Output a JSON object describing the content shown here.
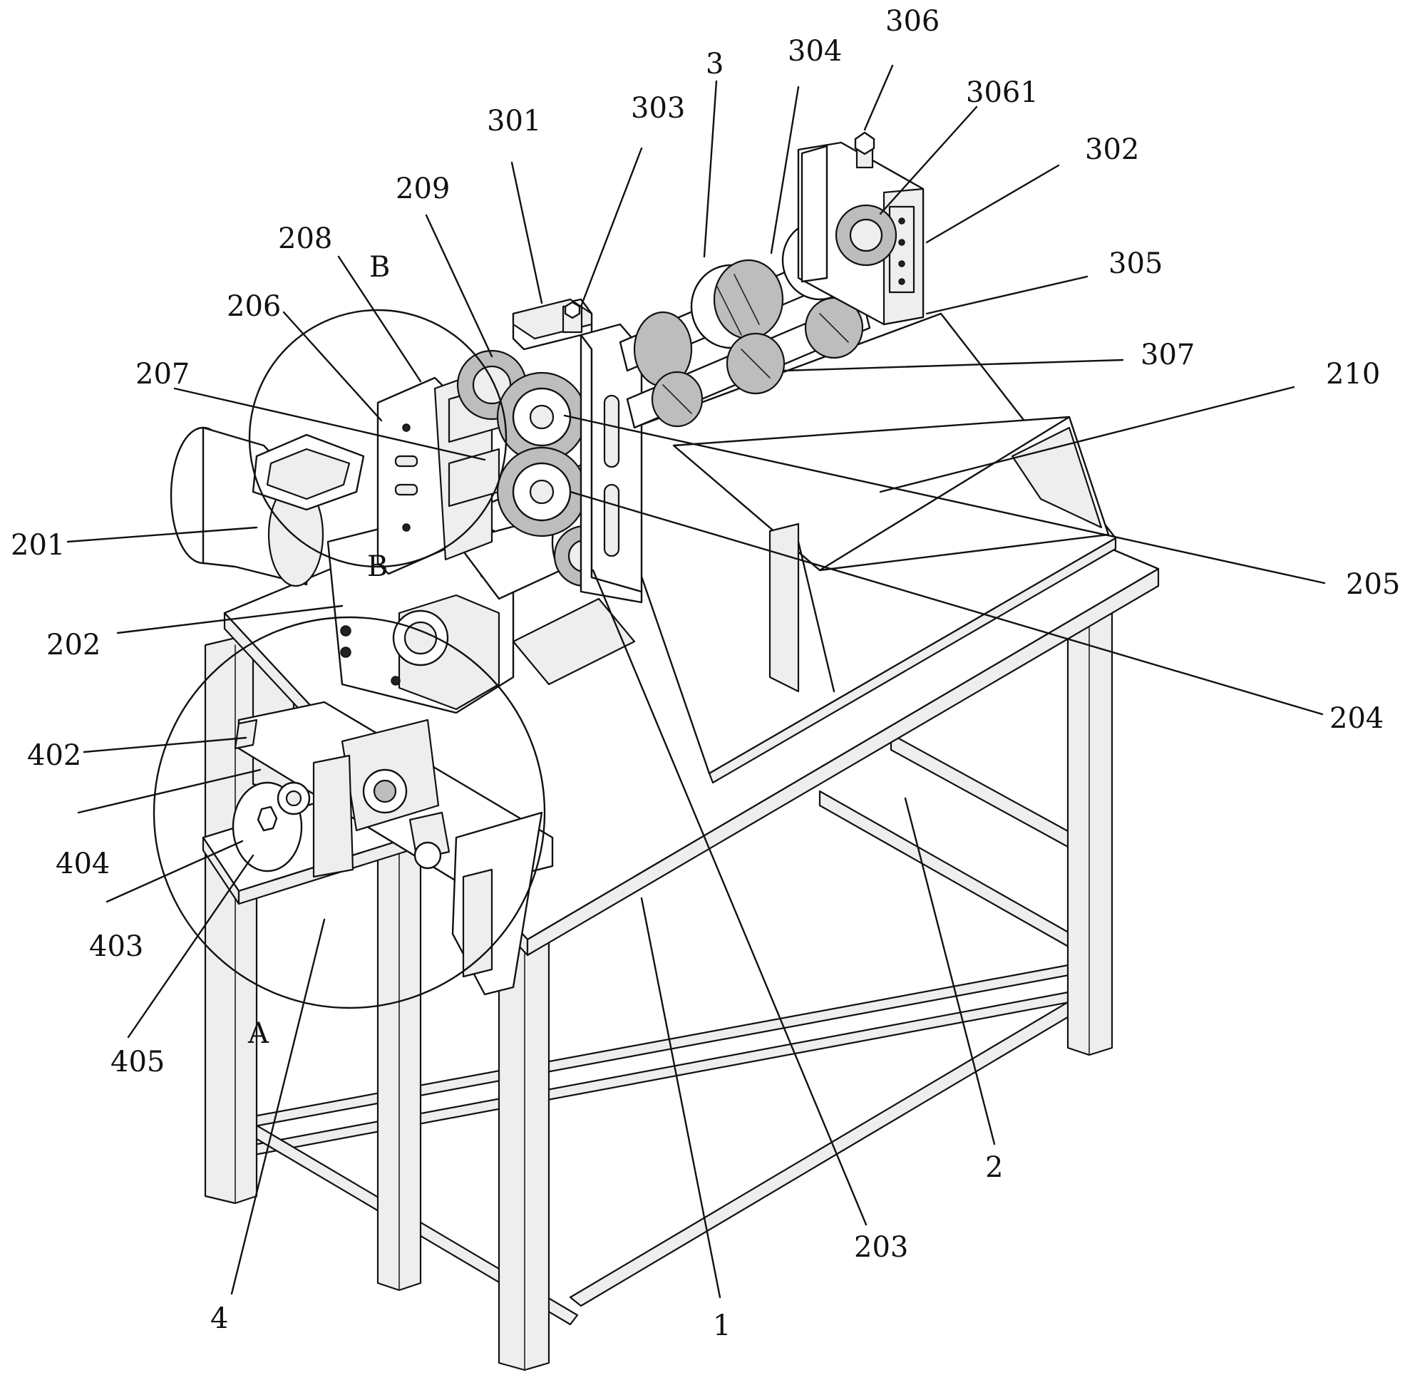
{
  "callouts": {
    "n1": "1",
    "n2": "2",
    "n3": "3",
    "n4": "4",
    "n201": "201",
    "n202": "202",
    "n203": "203",
    "n204": "204",
    "n205": "205",
    "n206": "206",
    "n207": "207",
    "n208": "208",
    "n209": "209",
    "n210": "210",
    "n301": "301",
    "n302": "302",
    "n303": "303",
    "n304": "304",
    "n305": "305",
    "n306": "306",
    "n3061": "3061",
    "n307": "307",
    "n402": "402",
    "n403": "403",
    "n404": "404",
    "n405": "405"
  },
  "detail_marks": {
    "a": "A",
    "b_top": "B",
    "b_inner": "B"
  }
}
